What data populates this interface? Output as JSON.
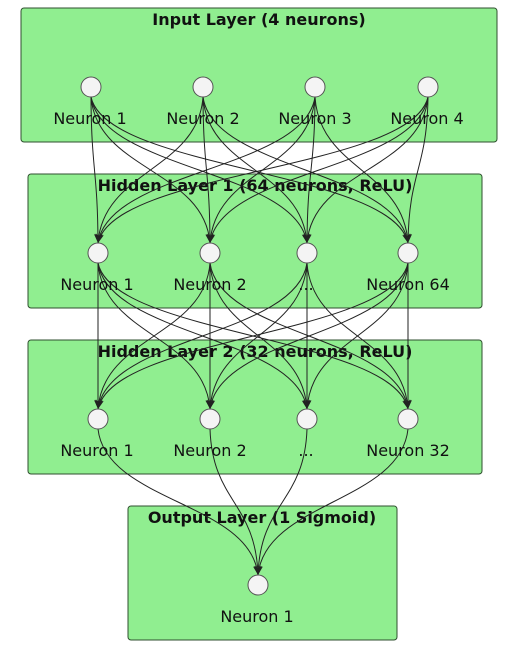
{
  "diagram": {
    "colors": {
      "layer_fill": "#90EE90",
      "layer_border": "#2f4f2f",
      "node_fill": "#f4f4f4",
      "edge": "#222222"
    },
    "layers": [
      {
        "title": "Input Layer (4 neurons)",
        "nodes": [
          "Neuron 1",
          "Neuron 2",
          "Neuron 3",
          "Neuron 4"
        ]
      },
      {
        "title": "Hidden Layer 1 (64 neurons, ReLU)",
        "nodes": [
          "Neuron 1",
          "Neuron 2",
          "...",
          "Neuron 64"
        ]
      },
      {
        "title": "Hidden Layer 2 (32 neurons, ReLU)",
        "nodes": [
          "Neuron 1",
          "Neuron 2",
          "...",
          "Neuron 32"
        ]
      },
      {
        "title": "Output Layer (1 Sigmoid)",
        "nodes": [
          "Neuron 1"
        ]
      }
    ],
    "connections": "fully-connected between consecutive layers"
  }
}
